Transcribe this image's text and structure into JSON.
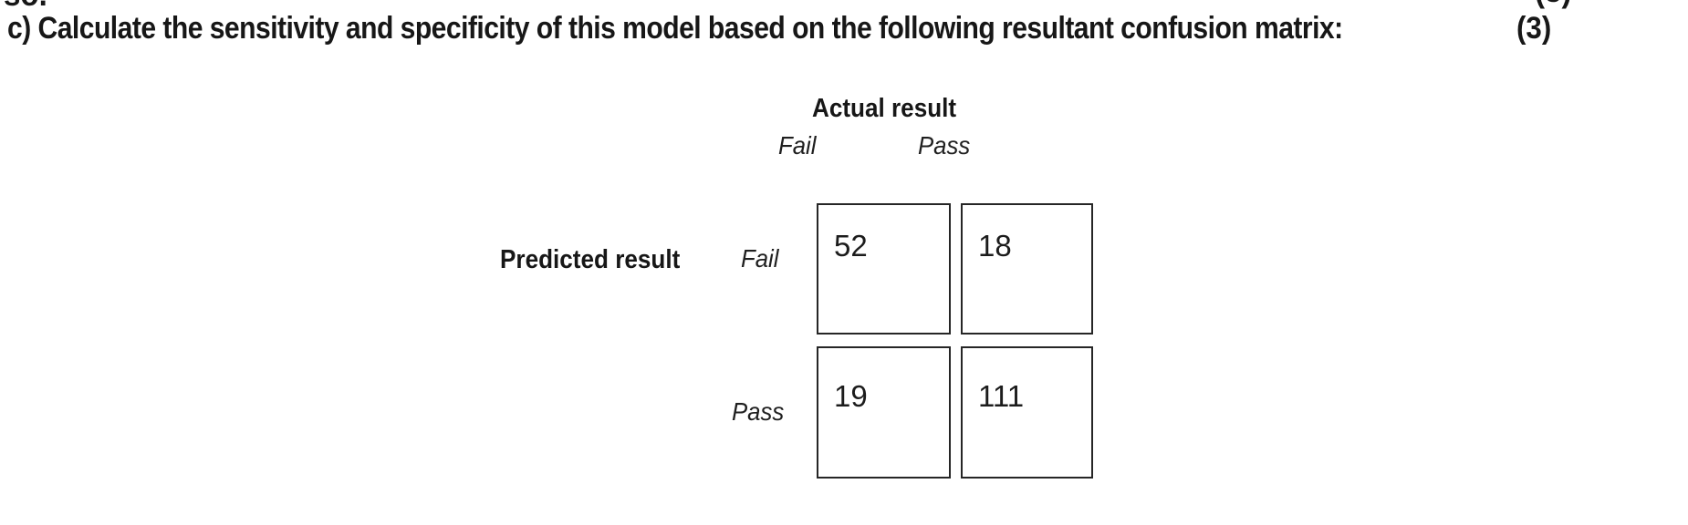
{
  "clipped": {
    "top_left_fragment": "so.",
    "top_right_fragment": "(3)"
  },
  "question": {
    "text": "c) Calculate the sensitivity and specificity of this model based on the following resultant confusion matrix:",
    "marks": "(3)"
  },
  "matrix": {
    "column_axis_title": "Actual result",
    "row_axis_title": "Predicted result",
    "column_headers": [
      "Fail",
      "Pass"
    ],
    "row_headers": [
      "Fail",
      "Pass"
    ],
    "cells": [
      {
        "row": "Fail",
        "col": "Fail",
        "value": "52"
      },
      {
        "row": "Fail",
        "col": "Pass",
        "value": "18"
      },
      {
        "row": "Pass",
        "col": "Fail",
        "value": "19"
      },
      {
        "row": "Pass",
        "col": "Pass",
        "value": "111"
      }
    ]
  },
  "chart_data": {
    "type": "table",
    "title": "Confusion matrix",
    "row_axis": "Predicted result",
    "column_axis": "Actual result",
    "columns": [
      "Fail",
      "Pass"
    ],
    "rows": [
      "Fail",
      "Pass"
    ],
    "values": [
      [
        52,
        18
      ],
      [
        19,
        111
      ]
    ]
  }
}
